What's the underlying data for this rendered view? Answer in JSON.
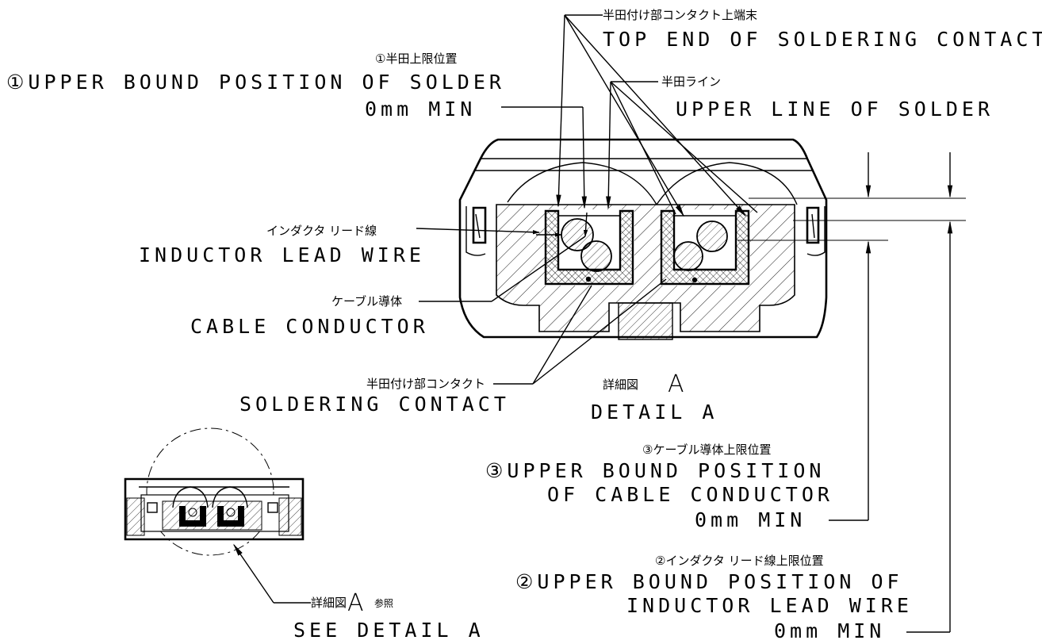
{
  "callouts": {
    "top_end": {
      "jp": "半田付け部コンタクト上端末",
      "en": "TOP END OF SOLDERING CONTACT"
    },
    "upper_bound_solder": {
      "jp": "①半田上限位置",
      "en": "①UPPER BOUND POSITION OF SOLDER",
      "min": "0mm MIN"
    },
    "solder_line": {
      "jp": "半田ライン",
      "en": "UPPER LINE OF SOLDER"
    },
    "inductor_lead": {
      "jp": "インダクタ リード線",
      "en": "INDUCTOR LEAD WIRE"
    },
    "cable_conductor": {
      "jp": "ケーブル導体",
      "en": "CABLE CONDUCTOR"
    },
    "soldering_contact": {
      "jp": "半田付け部コンタクト",
      "en": "SOLDERING CONTACT"
    },
    "detail_a": {
      "jp": "詳細図",
      "letter": "A",
      "en": "DETAIL A"
    },
    "upper_bound_cable": {
      "jp": "③ケーブル導体上限位置",
      "en_line1": "③UPPER BOUND POSITION",
      "en_line2": "OF CABLE CONDUCTOR",
      "min": "0mm MIN"
    },
    "upper_bound_inductor": {
      "jp": "②インダクタ リード線上限位置",
      "en_line1": "②UPPER BOUND POSITION OF",
      "en_line2": "INDUCTOR LEAD WIRE",
      "min": "0mm MIN"
    },
    "see_detail": {
      "jp": "詳細図",
      "letter": "A",
      "jp_suffix": "参照",
      "en": "SEE DETAIL A"
    }
  }
}
